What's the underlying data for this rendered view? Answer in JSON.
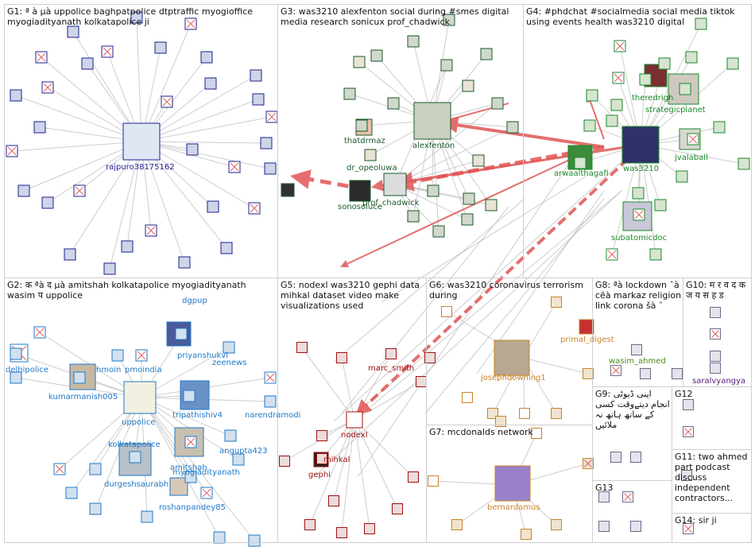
{
  "groups": {
    "g1": "G1: ª à µà uppolice baghpatpolice dtptraffic myogioffice myogiadityanath kolkatapolice ji",
    "g2": "G2: क ªà द µà amitshah kolkatapolice myogiadityanath wasim प uppolice",
    "g3": "G3: was3210 alexfenton social during #smes digital media research sonicux prof_chadwick",
    "g4": "G4: #phdchat #socialmedia social media tiktok using events health was3210 digital",
    "g5": "G5: nodexl was3210 gephi data mihkal dataset video make visualizations used",
    "g6": "G6: was3210 coronavirus terrorism during",
    "g7": "G7: mcdonalds network",
    "g8": "G8: ªà lockdown ˆà cëà markaz religion link corona šà ˆ",
    "g9": "G9: اپنی ڈیوٹی انجام دیتےوقت کسی کے ساتھ ہاتھ نہ ملائیں",
    "g10": "G10: म र व द क ज य स ह ड",
    "g11": "G11: two ahmed part podcast discuss independent contractors...",
    "g12": "G12",
    "g13": "G13",
    "g14": "G14: sir ji"
  },
  "labels": {
    "rajpuro": "rajpuro38175162",
    "dgpup": "dgpup",
    "delhipolice": "delhipolice",
    "hmoin": "hmoin",
    "pmoindia": "pmoindia",
    "priyanshukvi": "priyanshukvi",
    "zeenews": "zeenews",
    "kumarmanish": "kumarmanish005",
    "uppolice": "uppolice",
    "tripathishiv": "tripathishiv4",
    "narendramodi": "narendramodi",
    "kolkatapolice": "kolkatapolice",
    "myogiadityanath": "myogiadityanath",
    "amitshah": "amitshah",
    "angupta": "angupta423",
    "durgeshsaurabh": "durgeshsaurabh",
    "roshanpandey": "roshanpandey85",
    "thatdrmaz": "thatdrmaz",
    "alexfenton": "alexfenton",
    "dr_opeoluwa": "dr_opeoluwa",
    "sonosoluce": "sonosoluce",
    "prof_chadwick": "prof_chadwick",
    "theredrigh": "theredrigh",
    "strategicplanet": "strategicplanet",
    "was3210": "was3210",
    "arwaalthagafi": "arwaalthagafi",
    "jvalaball": "jvalaball",
    "subatomicdoc": "subatomicdoc",
    "marc_smith": "marc_smith",
    "nodexl": "nodexl",
    "mihkal": "mihkal",
    "gephi": "gephi",
    "josephdowning": "josephdowning1",
    "bernardamus": "bernardamus",
    "primal_digest": "primal_digest",
    "wasim_ahmed": "wasim_ahmed",
    "saralvyangya": "saralvyangya"
  },
  "colors": {
    "edge": "#b8b8b8",
    "highlight_edge": "#e05555",
    "g1": "#1f1f8f",
    "g2": "#1e78c8",
    "g3": "#1a5a2a",
    "g4": "#1a8a2a",
    "g5": "#a01010",
    "g6": "#c8842a"
  }
}
